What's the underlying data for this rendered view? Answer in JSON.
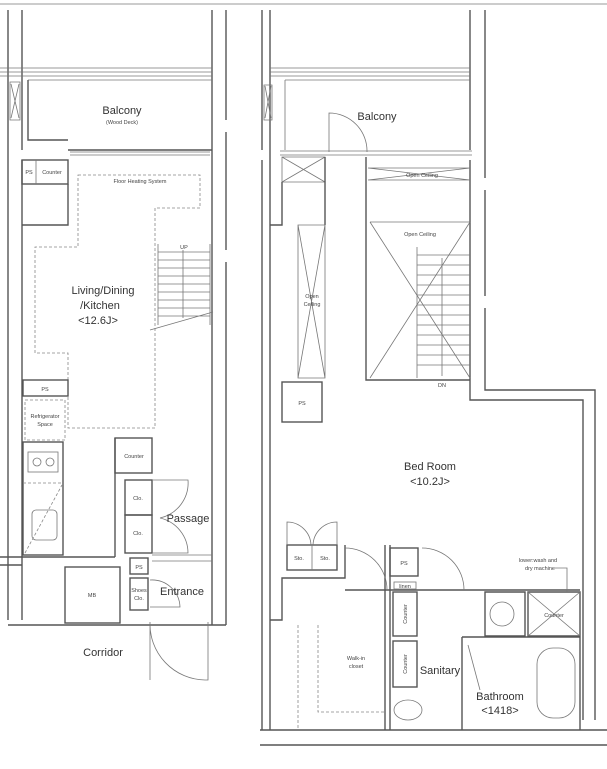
{
  "lower_floor": {
    "balcony": "Balcony",
    "balcony_sub": "(Wood Deck)",
    "ps_top": "PS",
    "counter_top": "Counter",
    "floor_heating": "Floor Heating System",
    "stair_up": "UP",
    "ldk_line1": "Living/Dining",
    "ldk_line2": "/Kitchen",
    "ldk_size": "<12.6J>",
    "ps_kitchen": "PS",
    "refrigerator_line1": "Refrigerator",
    "refrigerator_line2": "Space",
    "counter_mid": "Counter",
    "closet1": "Clo.",
    "closet2": "Clo.",
    "passage": "Passage",
    "ps_entrance": "PS",
    "shoes_line1": "Shoes",
    "shoes_line2": "Clo.",
    "entrance": "Entrance",
    "mb": "MB",
    "corridor": "Corridor"
  },
  "upper_floor": {
    "balcony": "Balcony",
    "open_ceiling_band": "Open Ceiling",
    "open_ceiling_stair": "Open Ceiling",
    "open_ceiling_side_line1": "Open",
    "open_ceiling_side_line2": "Ceiling",
    "stair_down": "DN",
    "ps": "PS",
    "bedroom": "Bed Room",
    "bedroom_size": "<10.2J>",
    "storage1": "Sto.",
    "storage2": "Sto.",
    "ps_sanitary": "PS",
    "linen": "linen",
    "counter1": "Counter",
    "counter2": "Counter",
    "washer_line1": "lower:wash and",
    "washer_line2": "dry machine",
    "counter_washer": "Counter",
    "walkin_line1": "Walk-in",
    "walkin_line2": "closet",
    "sanitary": "Sanitary",
    "bathroom": "Bathroom",
    "bathroom_size": "<1418>"
  }
}
